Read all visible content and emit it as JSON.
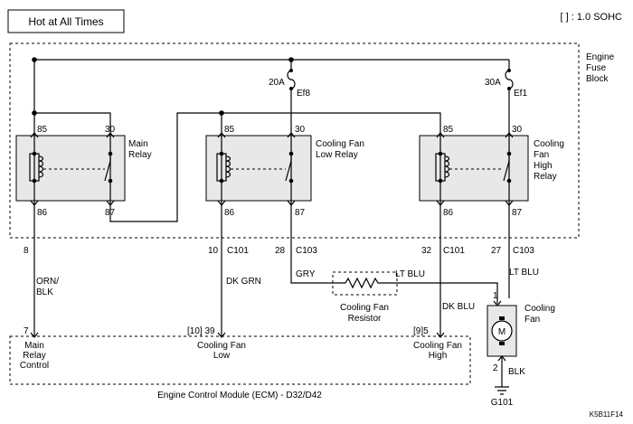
{
  "header": {
    "title": "Hot at All Times",
    "note": "[ ] : 1.0 SOHC"
  },
  "fuse_block": {
    "line1": "Engine",
    "line2": "Fuse",
    "line3": "Block"
  },
  "fuses": [
    {
      "amp": "20A",
      "id": "Ef8"
    },
    {
      "amp": "30A",
      "id": "Ef1"
    }
  ],
  "relays": [
    {
      "name_lines": [
        "Main",
        "Relay"
      ],
      "pins": [
        "85",
        "30",
        "86",
        "87"
      ]
    },
    {
      "name_lines": [
        "Cooling Fan",
        "Low Relay"
      ],
      "pins": [
        "85",
        "30",
        "86",
        "87"
      ]
    },
    {
      "name_lines": [
        "Cooling",
        "Fan",
        "High",
        "Relay"
      ],
      "pins": [
        "85",
        "30",
        "86",
        "87"
      ]
    }
  ],
  "connectors": [
    {
      "pin": "8",
      "conn": ""
    },
    {
      "pin": "10",
      "conn": "C101"
    },
    {
      "pin": "28",
      "conn": "C103"
    },
    {
      "pin": "32",
      "conn": "C101"
    },
    {
      "pin": "27",
      "conn": "C103"
    }
  ],
  "wires": {
    "orn_blk_1": "ORN/",
    "orn_blk_2": "BLK",
    "dk_grn": "DK GRN",
    "gry": "GRY",
    "lt_blu_1": "LT BLU",
    "dk_blu": "DK BLU",
    "lt_blu_2": "LT BLU",
    "blk": "BLK"
  },
  "resistor": {
    "line1": "Cooling Fan",
    "line2": "Resistor"
  },
  "fan": {
    "pin_top": "1",
    "pin_bottom": "2",
    "motor": "M",
    "line1": "Cooling",
    "line2": "Fan"
  },
  "ground": {
    "label": "G101"
  },
  "ecm": {
    "pins": [
      {
        "pin": "7",
        "line1": "Main",
        "line2": "Relay",
        "line3": "Control"
      },
      {
        "pin": "[10] 39",
        "line1": "Cooling Fan",
        "line2": "Low"
      },
      {
        "pin": "[9]5",
        "line1": "Cooling Fan",
        "line2": "High"
      }
    ],
    "label": "Engine Control Module (ECM) - D32/D42"
  },
  "figure_id": "K5B11F14"
}
